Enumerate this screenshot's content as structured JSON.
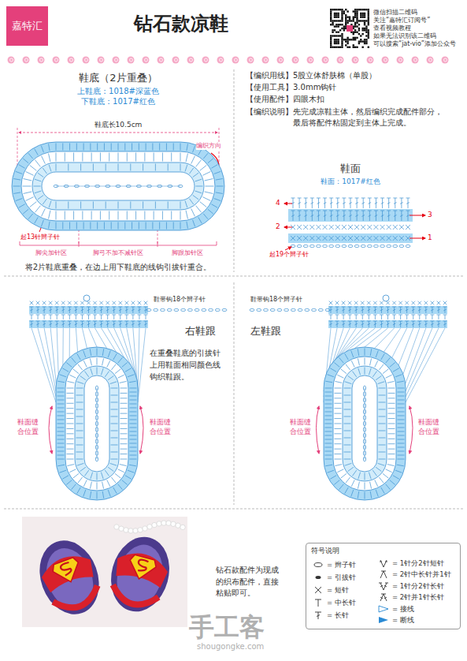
{
  "diagram": {
    "title": "钻石款凉鞋",
    "nodes": [
      {
        "text": [
          "嘉特汇"
        ]
      },
      {
        "text": [
          "符号说明"
        ]
      }
    ],
    "labels": [
      "微信扫描二维码",
      "关注“嘉特汇订阅号”",
      "查看视频教程",
      "如果无法识别该二维码",
      "可以搜索“jat-vio”添加公众号",
      "鞋底（2片重叠）",
      "上鞋底：1018#深蓝色",
      "下鞋底：1017#红色",
      "鞋底长10.5cm",
      "编织方向",
      "起13针辫子针",
      "脚尖加针区",
      "脚弓不加不减针区",
      "脚跟加针区",
      "将2片鞋底重叠，在边上用下鞋底的线钩引拔针重合。",
      "【编织用线】5股立体舒肤棉（单股）",
      "【使用工具】3.0mm钩针",
      "【使用配件】四眼木扣",
      "【编织说明】先完成凉鞋主体，然后编织完成配件部分，最后将配件粘固定到主体上完成。",
      "鞋面",
      "鞋面：1017#红色",
      "4",
      "3",
      "2",
      "1",
      "起19个辫子针",
      "鞋带钩18个辫子针",
      "右鞋跟",
      "在重叠鞋底的引拔针上用鞋面相同颜色线钩织鞋跟。",
      "鞋面缝合位置",
      "鞋面缝合位置",
      "鞋带钩18个辫子针",
      "左鞋跟",
      "鞋面缝合位置",
      "鞋面缝合位置",
      "钻石款配件为现成的织布配件，直接粘贴即可。",
      "手工客",
      "shougongke.com"
    ],
    "legend": [
      {
        "text": "= 辫子针"
      },
      {
        "text": "= 引拔针"
      },
      {
        "text": "= 短针"
      },
      {
        "text": "= 中长针"
      },
      {
        "text": "= 长针"
      },
      {
        "text": "= 1针分2针短针"
      },
      {
        "text": "= 2针中长针并1针"
      },
      {
        "text": "= 1针分2针长针"
      },
      {
        "text": "= 2针并1针长针"
      },
      {
        "text": "= 接线"
      },
      {
        "text": "= 断线"
      }
    ]
  }
}
